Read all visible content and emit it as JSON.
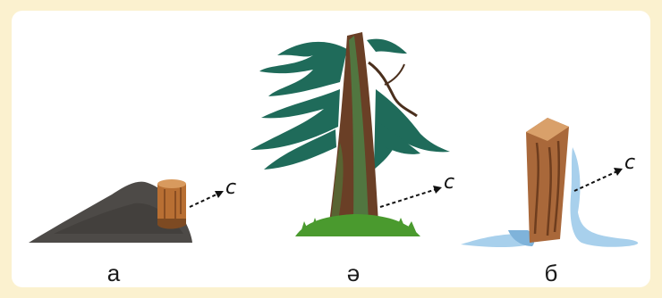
{
  "figure": {
    "background_color": "#fbf1cf",
    "panel_color": "#ffffff",
    "items": [
      {
        "id": "a",
        "caption": "а",
        "pointer_label": "c",
        "subject": "stump-next-to-sawdust-pile"
      },
      {
        "id": "ae",
        "caption": "ә",
        "pointer_label": "c",
        "subject": "spruce-tree-with-moss"
      },
      {
        "id": "b",
        "caption": "б",
        "pointer_label": "c",
        "subject": "stump-with-snow"
      }
    ]
  }
}
